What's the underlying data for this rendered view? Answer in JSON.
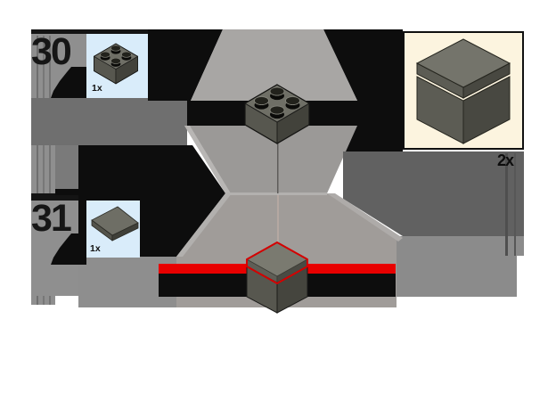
{
  "page": {
    "title": "LEGO building instructions page"
  },
  "steps": [
    {
      "number": "30",
      "parts": [
        {
          "qty": "1x",
          "part": "brick-2x2-dark-gray"
        }
      ]
    },
    {
      "number": "31",
      "parts": [
        {
          "qty": "1x",
          "part": "tile-2x2-dark-gray"
        }
      ]
    }
  ],
  "submodel": {
    "multiplier": "2x",
    "description": "assembled box submodel, build two copies"
  },
  "highlight": {
    "color": "#e80000",
    "meaning": "new part placement outline"
  },
  "colors": {
    "callout_bg": "#d9ecfa",
    "submodel_bg": "#fcf4df",
    "accent_red": "#e80000",
    "scene_black": "#0d0d0d"
  }
}
